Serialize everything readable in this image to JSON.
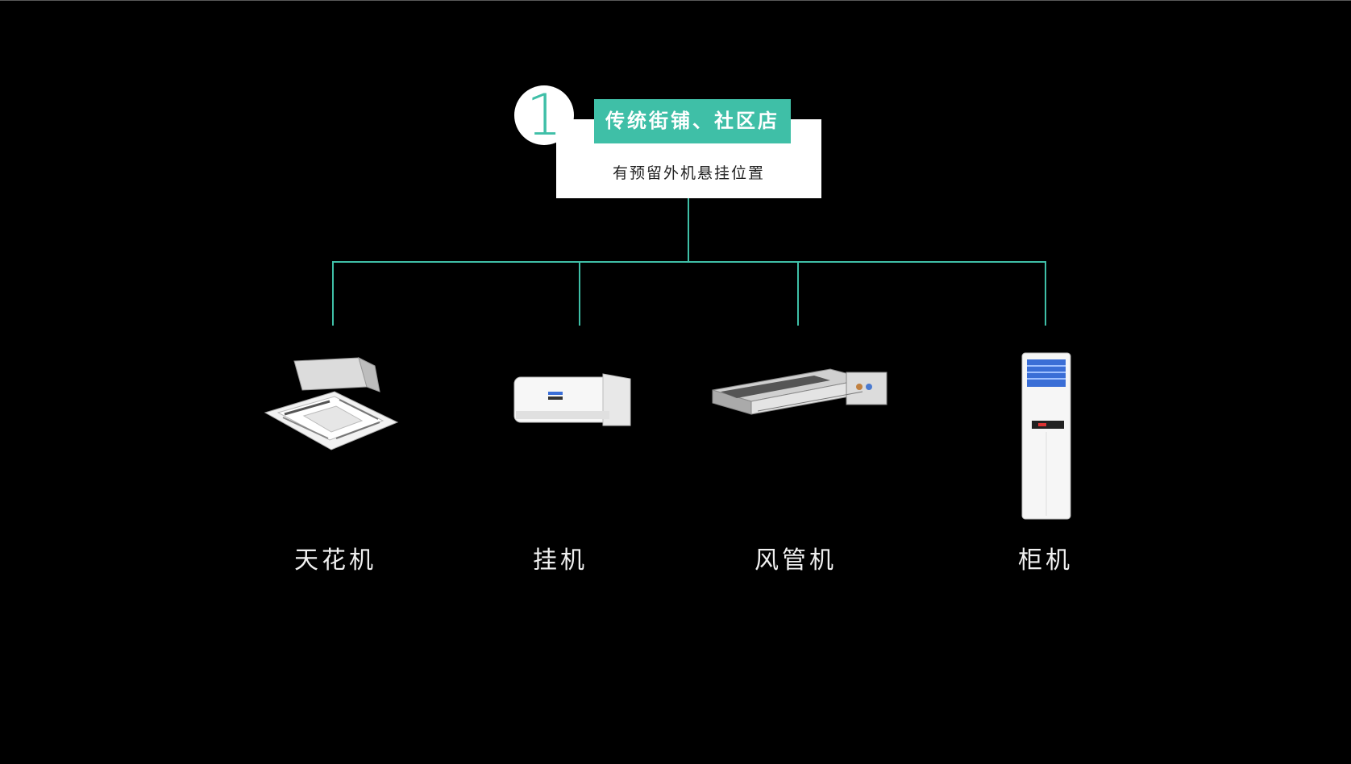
{
  "header": {
    "number": "1",
    "title": "传统街铺、社区店",
    "subtitle": "有预留外机悬挂位置"
  },
  "units": [
    {
      "label": "天花机",
      "icon": "cassette-ac-icon"
    },
    {
      "label": "挂机",
      "icon": "wall-split-ac-icon"
    },
    {
      "label": "风管机",
      "icon": "ducted-ac-icon"
    },
    {
      "label": "柜机",
      "icon": "floor-standing-ac-icon"
    }
  ],
  "colors": {
    "background": "#000000",
    "accent": "#3fbfa7",
    "card": "#ffffff",
    "label_text": "#f0f0f0"
  }
}
